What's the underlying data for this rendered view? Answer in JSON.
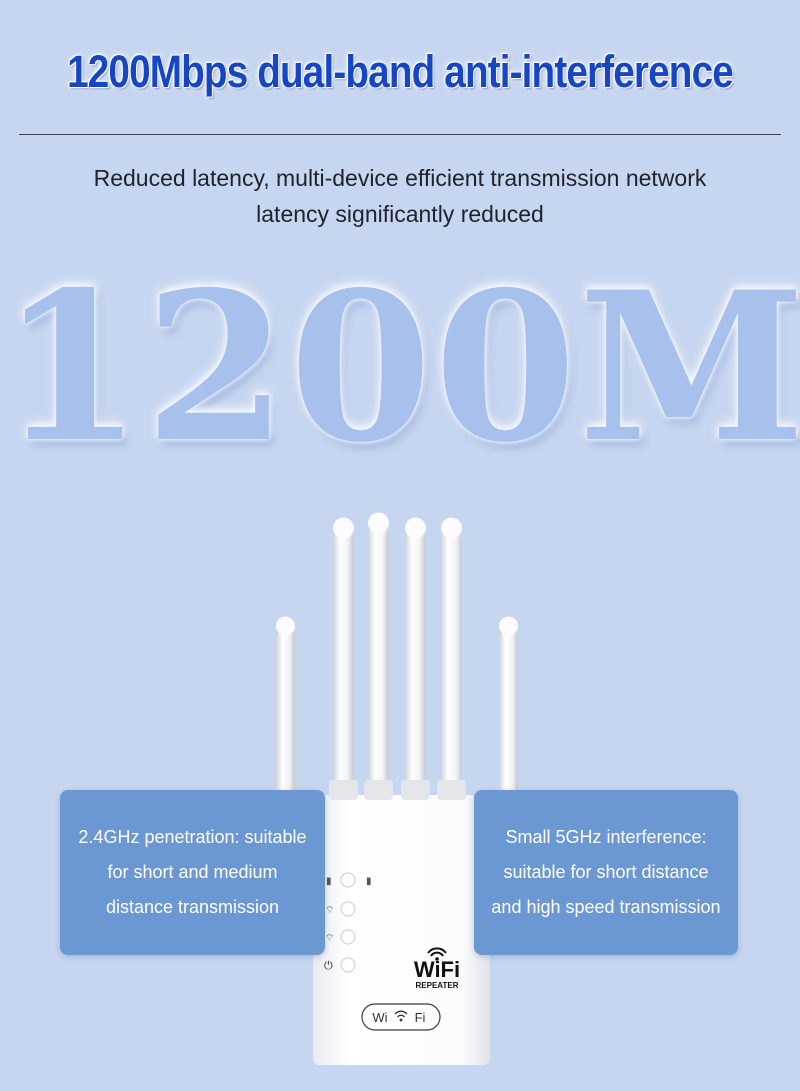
{
  "headline": "1200Mbps dual-band anti-interference",
  "subtitle": {
    "line1": "Reduced latency, multi-device efficient transmission network",
    "line2": "latency significantly reduced"
  },
  "big_number": "1200M",
  "device": {
    "brand_label": "WiFi",
    "sub_label": "REPEATER",
    "button_label": "Wi",
    "button_label_end": "Fi",
    "indicators": [
      "signal-strength-icon",
      "wan-icon",
      "wifi-icon",
      "power-icon"
    ]
  },
  "boxes": {
    "left": [
      "2.4GHz penetration: suitable",
      "for short and medium",
      "distance transmission"
    ],
    "right": [
      "Small 5GHz interference:",
      "suitable for short distance",
      "and high speed transmission"
    ]
  },
  "colors": {
    "background": "#c7d6f0",
    "headline": "#1646c4",
    "big_number": "#a8c0ec",
    "info_box": "#6b97d3"
  }
}
